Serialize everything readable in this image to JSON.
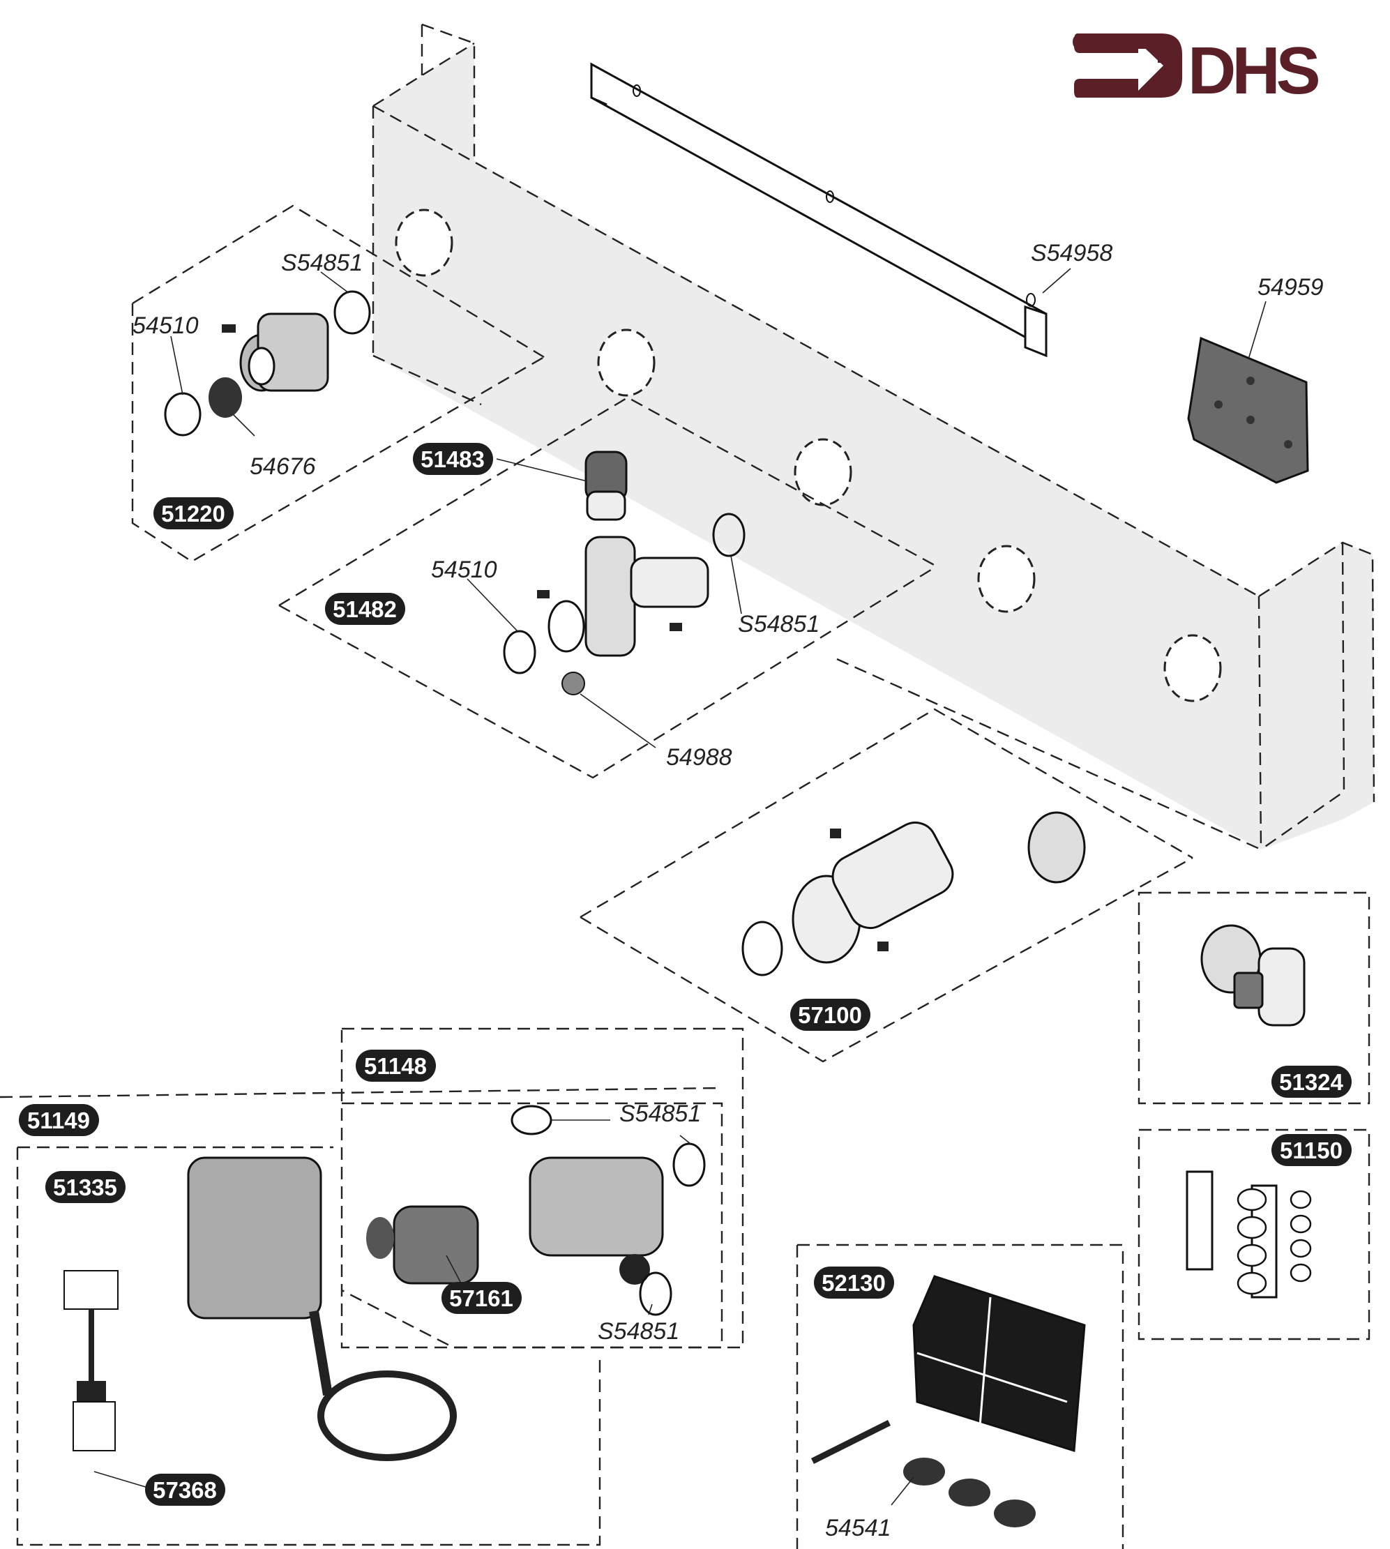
{
  "logo": {
    "text": "DHS",
    "icon": "arrow-into-bracket-icon",
    "color": "#5a1f27"
  },
  "title": "Exploded parts diagram — wall mounting jig and valve kits",
  "kits": [
    {
      "id": "kit-51220",
      "number": "51220",
      "parts": [
        "54510",
        "S54851",
        "54676"
      ]
    },
    {
      "id": "kit-51483",
      "number": "51483",
      "parts": []
    },
    {
      "id": "kit-51482",
      "number": "51482",
      "parts": [
        "54510",
        "S54851",
        "54988"
      ]
    },
    {
      "id": "kit-57100",
      "number": "57100",
      "parts": []
    },
    {
      "id": "kit-51324",
      "number": "51324",
      "parts": []
    },
    {
      "id": "kit-51150",
      "number": "51150",
      "parts": []
    },
    {
      "id": "kit-51148",
      "number": "51148",
      "parts": [
        "S54851",
        "S54851",
        "57161"
      ]
    },
    {
      "id": "kit-51149",
      "number": "51149",
      "parts": []
    },
    {
      "id": "kit-51335",
      "number": "51335",
      "parts": [
        "57368"
      ]
    },
    {
      "id": "kit-52130",
      "number": "52130",
      "parts": [
        "54541"
      ]
    }
  ],
  "badges": {
    "b51220": "51220",
    "b51483": "51483",
    "b51482": "51482",
    "b57100": "57100",
    "b51324": "51324",
    "b51150": "51150",
    "b51148": "51148",
    "b51149": "51149",
    "b51335": "51335",
    "b57161": "57161",
    "b57368": "57368",
    "b52130": "52130"
  },
  "callouts": {
    "c54510_top": "54510",
    "cS54851_top": "S54851",
    "c54676": "54676",
    "c54510_mid": "54510",
    "cS54851_mid": "S54851",
    "c54988": "54988",
    "cS54958": "S54958",
    "c54959": "54959",
    "cS54851_51148_top": "S54851",
    "cS54851_51148_bottom": "S54851",
    "c54541": "54541"
  },
  "colors": {
    "logo": "#5a1f27",
    "badge": "#1e1e1e",
    "badge_text": "#ffffff",
    "panel": "#ececec",
    "line": "#222222"
  }
}
